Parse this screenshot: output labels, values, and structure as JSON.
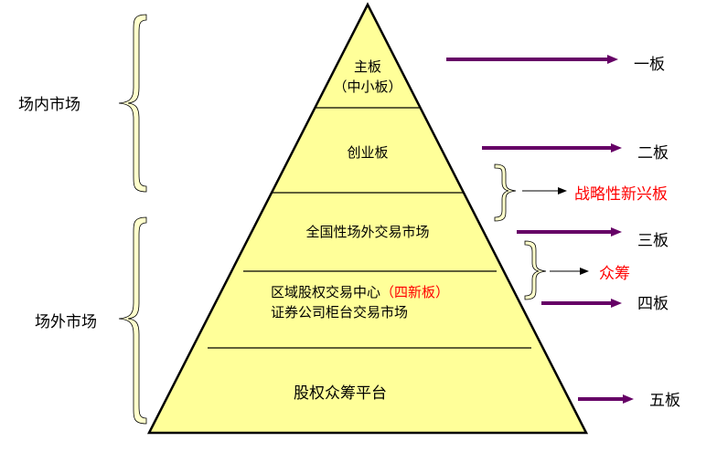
{
  "left_labels": {
    "inside": "场内市场",
    "outside": "场外市场"
  },
  "tiers": {
    "t1_line1": "主板",
    "t1_line2": "（中小板）",
    "t2": "创业板",
    "t3": "全国性场外交易市场",
    "t4_line1_main": "区域股权交易中心",
    "t4_line1_red": "（四新板）",
    "t4_line2": "证券公司柜台交易市场",
    "t5": "股权众筹平台"
  },
  "boards": {
    "b1": "一板",
    "b2": "二板",
    "b3": "三板",
    "b4": "四板",
    "b5": "五板"
  },
  "side_notes": {
    "strategic": "战略性新兴板",
    "crowdfund": "众筹"
  },
  "colors": {
    "pyramid_fill": "#ffff99",
    "brace_fill": "#ffffcc",
    "arrow_purple": "#660066",
    "note_red": "#ff0000"
  }
}
